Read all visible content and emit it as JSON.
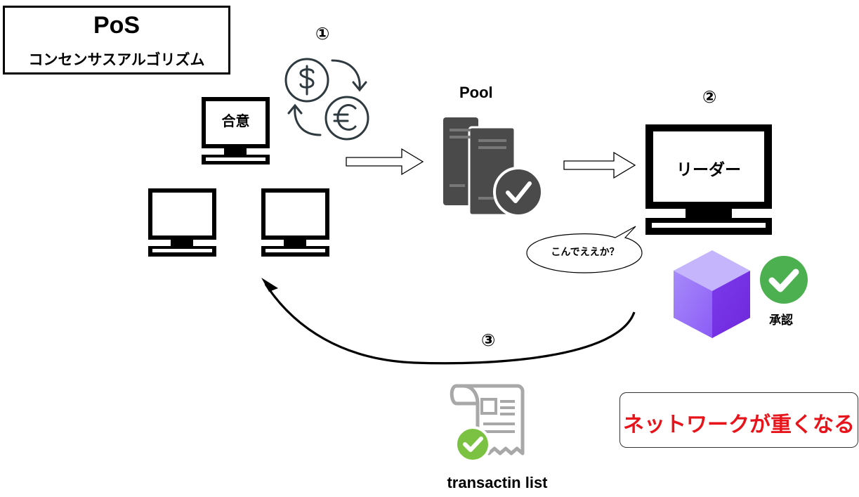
{
  "title": {
    "main": "PoS",
    "sub": "コンセンサスアルゴリズム"
  },
  "steps": {
    "one": "①",
    "two": "②",
    "three": "③"
  },
  "nodes": {
    "consensus_label": "合意",
    "leader_label": "リーダー"
  },
  "pool": {
    "label": "Pool"
  },
  "speech": {
    "text": "こんでええか？"
  },
  "approval": {
    "label": "承認"
  },
  "transaction": {
    "label": "transactin list"
  },
  "warning": {
    "text": "ネットワークが重くなる"
  },
  "colors": {
    "server": "#4a4a4a",
    "check_green": "#4caf50",
    "block_purple": "#8b5cf6",
    "warning_red": "#e8141b",
    "icon_stroke": "#2f3a40",
    "receipt_gray": "#a8a8a8"
  }
}
